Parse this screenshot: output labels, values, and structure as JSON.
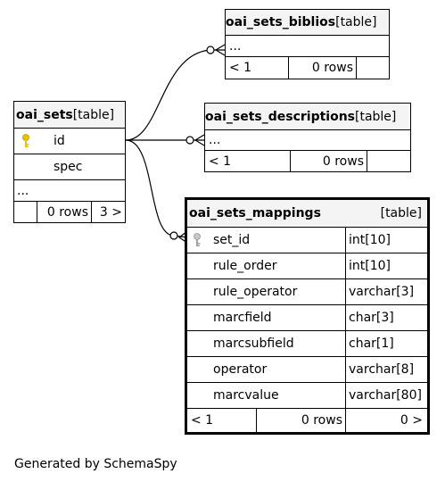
{
  "tables": {
    "oai_sets": {
      "name": "oai_sets",
      "type": "[table]",
      "columns": [
        {
          "name": "id",
          "key": "primary"
        },
        {
          "name": "spec",
          "key": ""
        }
      ],
      "ellipsis": "...",
      "footer": {
        "left": "",
        "rows": "0 rows",
        "right": "3 >"
      }
    },
    "oai_sets_biblios": {
      "name": "oai_sets_biblios",
      "type": "[table]",
      "ellipsis": "...",
      "footer": {
        "left": "< 1",
        "rows": "0 rows",
        "right": ""
      }
    },
    "oai_sets_descriptions": {
      "name": "oai_sets_descriptions",
      "type": "[table]",
      "ellipsis": "...",
      "footer": {
        "left": "< 1",
        "rows": "0 rows",
        "right": ""
      }
    },
    "oai_sets_mappings": {
      "name": "oai_sets_mappings",
      "type": "[table]",
      "columns": [
        {
          "name": "set_id",
          "datatype": "int[10]",
          "key": "foreign"
        },
        {
          "name": "rule_order",
          "datatype": "int[10]",
          "key": ""
        },
        {
          "name": "rule_operator",
          "datatype": "varchar[3]",
          "key": ""
        },
        {
          "name": "marcfield",
          "datatype": "char[3]",
          "key": ""
        },
        {
          "name": "marcsubfield",
          "datatype": "char[1]",
          "key": ""
        },
        {
          "name": "operator",
          "datatype": "varchar[8]",
          "key": ""
        },
        {
          "name": "marcvalue",
          "datatype": "varchar[80]",
          "key": ""
        }
      ],
      "footer": {
        "left": "< 1",
        "rows": "0 rows",
        "right": "0 >"
      }
    }
  },
  "colors": {
    "border": "#000000",
    "header_bg": "#f4f4f4",
    "primary_key": "#e6c200",
    "foreign_key": "#a0a0a0"
  },
  "footer_text": "Generated by SchemaSpy"
}
